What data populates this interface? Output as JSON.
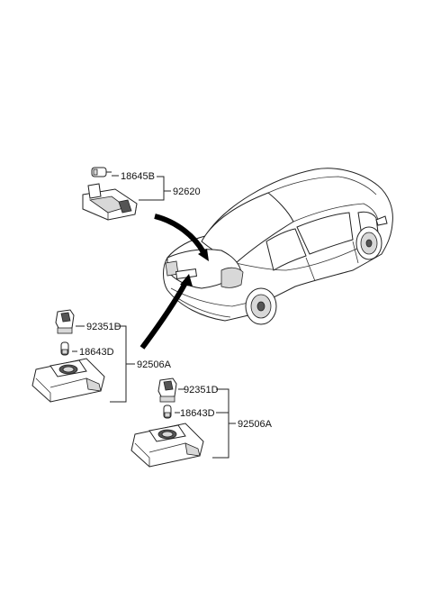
{
  "labels": {
    "p18645B": "18645B",
    "p92620": "92620",
    "p92351D_a": "92351D",
    "p18643D_a": "18643D",
    "p92506A_a": "92506A",
    "p92351D_b": "92351D",
    "p18643D_b": "18643D",
    "p92506A_b": "92506A"
  }
}
